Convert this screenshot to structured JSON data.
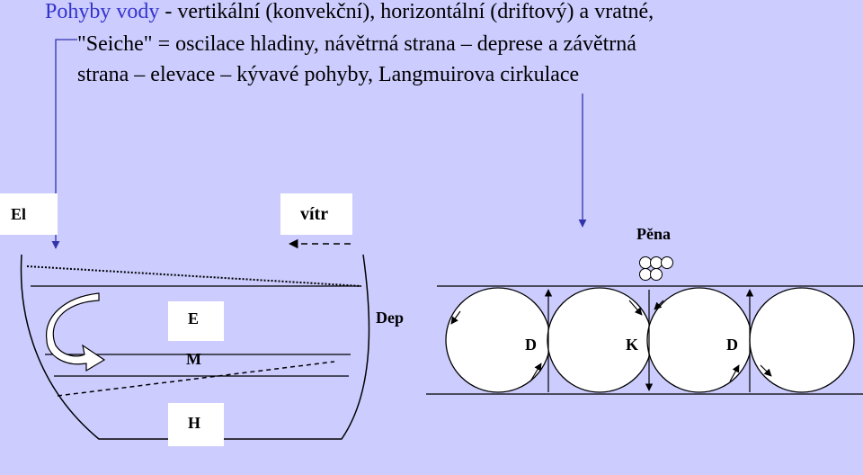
{
  "text": {
    "title": "Pohyby vody",
    "line1_rest": " - vertikální (konvekční), horizontální (driftový) a vratné,",
    "line2": "\"Seiche\" = oscilace hladiny, návětrná strana – deprese a závětrná",
    "line3": "strana – elevace – kývavé pohyby, Langmuirova cirkulace"
  },
  "labels": {
    "el": "El",
    "vitr": "vítr",
    "e": "E",
    "m": "M",
    "h": "H",
    "dep": "Dep",
    "pena": "Pěna",
    "d_left": "D",
    "k": "K",
    "d_right": "D"
  },
  "colors": {
    "background": "#ccccff",
    "title": "#3333cc",
    "pointer_line": "#3333aa",
    "box": "#ffffff"
  }
}
